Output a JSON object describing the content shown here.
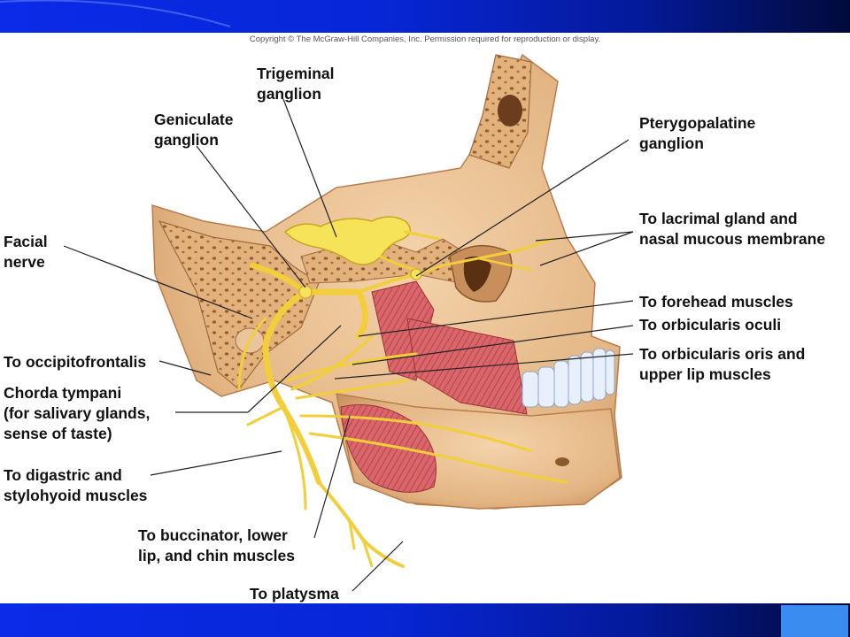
{
  "slide": {
    "copyright": "Copyright © The McGraw-Hill Companies, Inc. Permission required for reproduction or display.",
    "colors": {
      "band": "#0726d6",
      "band_dark": "#010a3a",
      "corner_square": "#3a8cf0",
      "bone": "#e7bd8c",
      "bone_shadow": "#c89261",
      "nerve": "#f2cf3a",
      "muscle": "#d9666b",
      "teeth": "#e8f0fb",
      "ganglion": "#f6e35a"
    }
  },
  "labels": {
    "trigeminal": "Trigeminal\nganglion",
    "geniculate": "Geniculate\nganglion",
    "pterygopalatine": "Pterygopalatine\nganglion",
    "facial_nerve": "Facial\nnerve",
    "lacrimal": "To lacrimal gland and\nnasal mucous membrane",
    "forehead": "To forehead muscles",
    "orbicularis_oculi": "To orbicularis oculi",
    "orbicularis_oris": "To orbicularis oris and\nupper lip muscles",
    "occipitofrontalis": "To occipitofrontalis",
    "chorda_tympani": "Chorda tympani\n(for salivary glands,\nsense of taste)",
    "digastric": "To digastric and\nstylohyoid muscles",
    "buccinator": "To buccinator, lower\nlip, and chin muscles",
    "platysma": "To platysma"
  }
}
